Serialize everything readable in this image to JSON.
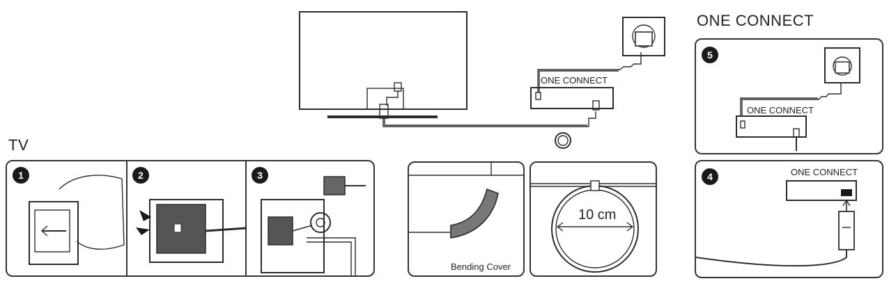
{
  "sections": {
    "tv_title": "TV",
    "one_connect_title": "ONE CONNECT"
  },
  "overview": {
    "box_label": "ONE CONNECT"
  },
  "steps": [
    {
      "number": "1"
    },
    {
      "number": "2"
    },
    {
      "number": "3"
    },
    {
      "number": "4",
      "box_label": "ONE CONNECT"
    },
    {
      "number": "5",
      "box_label": "ONE CONNECT"
    }
  ],
  "detail": {
    "bending_cover_label": "Bending Cover",
    "loop_diameter": "10 cm"
  },
  "icons": [
    "tv-outline",
    "wall-outlet",
    "hand",
    "connector-plug",
    "bending-cover",
    "cable-loop"
  ]
}
